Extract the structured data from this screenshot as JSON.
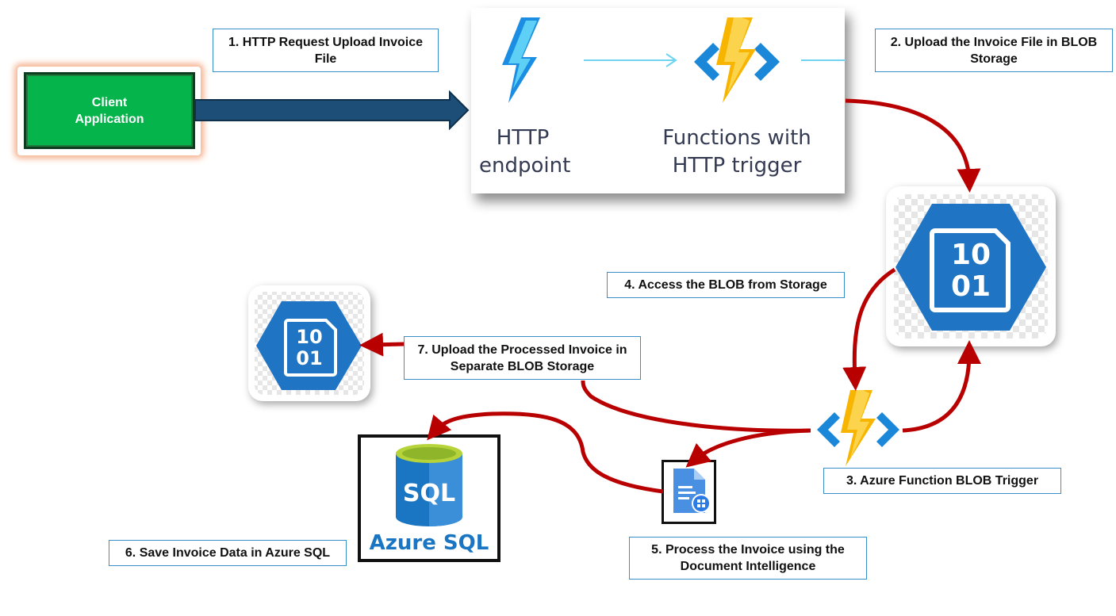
{
  "client": {
    "label": "Client\nApplication"
  },
  "steps": {
    "step1": "1. HTTP Request Upload Invoice File",
    "step2": "2. Upload the Invoice File in BLOB Storage",
    "step3": "3. Azure Function BLOB Trigger",
    "step4": "4. Access the BLOB from Storage",
    "step5": "5. Process the Invoice using the Document Intelligence",
    "step6": "6. Save Invoice Data in Azure SQL",
    "step7": "7. Upload the Processed Invoice in Separate BLOB Storage"
  },
  "http_panel": {
    "endpoint_label": "HTTP\nendpoint",
    "functions_label": "Functions with\nHTTP trigger"
  },
  "blob_icon": {
    "line1": "10",
    "line2": "01"
  },
  "sql": {
    "badge": "SQL",
    "title": "Azure SQL"
  },
  "colors": {
    "arrow_red": "#b90000",
    "arrow_navy": "#1d4e78",
    "client_green": "#05b44a",
    "azure_blue": "#1f74c4",
    "label_border": "#3a8fc9",
    "function_yellow": "#f7b500",
    "sql_cap_green": "#b6d43a"
  },
  "icons": [
    "http-endpoint-lightning-icon",
    "azure-function-icon",
    "blob-storage-icon",
    "azure-sql-icon",
    "document-intelligence-icon"
  ]
}
